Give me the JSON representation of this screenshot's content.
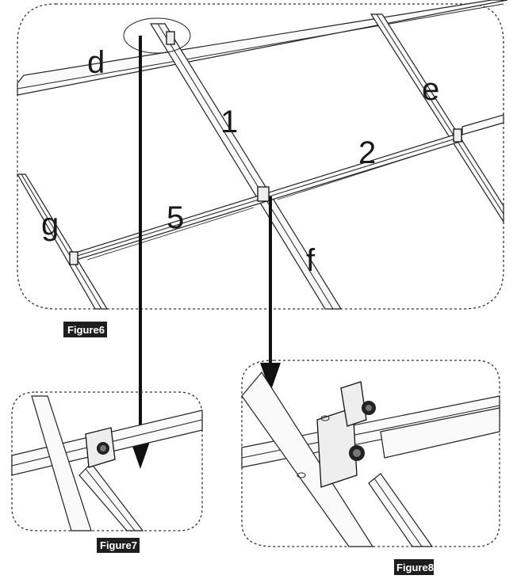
{
  "figures": {
    "fig6": {
      "caption": "Figure6"
    },
    "fig7": {
      "caption": "Figure7"
    },
    "fig8": {
      "caption": "Figure8"
    }
  },
  "labels": {
    "d": "d",
    "e": "e",
    "f": "f",
    "g": "g",
    "one": "1",
    "two": "2",
    "five": "5"
  }
}
